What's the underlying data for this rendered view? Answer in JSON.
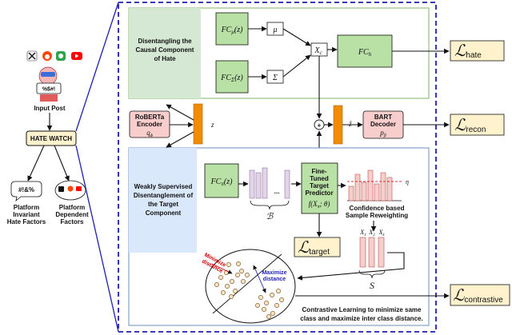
{
  "left_panel": {
    "social_icons": [
      "x-logo-icon",
      "reddit-icon",
      "gab-icon",
      "youtube-icon"
    ],
    "poster_symbols": "%$#!",
    "input_label": "Input Post",
    "hate_watch_label": "HATE WATCH",
    "invariant_symbols": "#!&%",
    "invariant_label": [
      "Platform",
      "Invariant",
      "Hate Factors"
    ],
    "dependent_label": [
      "Platform",
      "Dependent",
      "Factors"
    ]
  },
  "top_module": {
    "label": [
      "Disentangling the",
      "Causal Component",
      "of Hate"
    ],
    "fc_mu": "FC",
    "fc_mu_sub": "μ",
    "fc_mu_arg": "(z)",
    "mu": "μ",
    "fc_sigma": "FC",
    "fc_sigma_sub": "Σ",
    "fc_sigma_arg": "(z)",
    "sigma": "Σ",
    "xc": "X",
    "xc_sub": "c",
    "fch": "FC",
    "fch_sub": "h"
  },
  "middle": {
    "encoder": [
      "RoBERTa",
      "Encoder"
    ],
    "encoder_param": "q",
    "encoder_param_sub": "ϕ",
    "z": "z",
    "zhat": "ẑ",
    "plus": "+",
    "decoder": [
      "BART",
      "Decoder"
    ],
    "decoder_param": "p",
    "decoder_param_sub": "β"
  },
  "bottom_module": {
    "label": [
      "Weakly Supervised",
      "Disentanglement of",
      "the Target",
      "Component"
    ],
    "fc_pi": "FC",
    "fc_pi_sub": "π",
    "fc_pi_arg": "(z)",
    "dots": "...",
    "b": "ℬ",
    "predictor": [
      "Fine-",
      "Tuned",
      "Target",
      "Predictor"
    ],
    "predictor_fn": "f(X",
    "predictor_fn_sub": "π",
    "predictor_fn_end": "; θ)",
    "eta": "η",
    "confidence": [
      "Confidence based",
      "Sample Reweighting"
    ],
    "xs": [
      "X",
      "X",
      "X"
    ],
    "xs_sub": [
      "1",
      "2",
      "k"
    ],
    "s": "S",
    "minimize": [
      "Minimize",
      "distance"
    ],
    "maximize": [
      "Maximize",
      "distance"
    ],
    "contrastive_caption": [
      "Contrastive Learning to minimize same",
      "class and maximize inter class distance."
    ]
  },
  "losses": {
    "symbol": "ℒ",
    "hate": "hate",
    "recon": "recon",
    "target": "target",
    "contrastive": "contrastive"
  },
  "colors": {
    "green": "#d5e8d4",
    "green_dark": "#b9e0a5",
    "blue": "#dae8fc",
    "pink": "#f8cecc",
    "yellow": "#fff2cc",
    "orange": "#f08c00",
    "purple": "#e1d5e7",
    "navy": "#1f1fb4"
  }
}
